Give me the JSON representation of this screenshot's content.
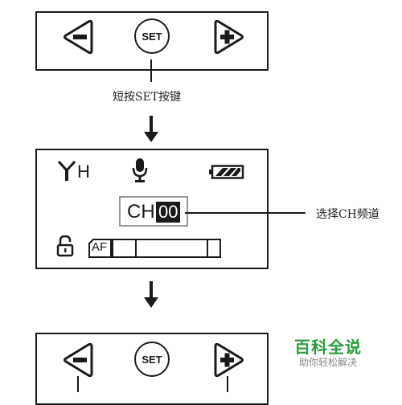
{
  "step1": {
    "set_button_label": "SET",
    "caption": "短按SET按键"
  },
  "display": {
    "signal_label": "H",
    "channel_prefix": "CH",
    "channel_value": "00",
    "af_label": "AF",
    "callout": "选择CH频道"
  },
  "step2": {
    "set_button_label": "SET"
  },
  "watermark": {
    "title": "百科全说",
    "subtitle": "助你轻松解决",
    "title_color": "#2a9d3c",
    "subtitle_color": "#888888"
  },
  "icons": [
    "minus-button-icon",
    "plus-button-icon",
    "antenna-icon",
    "microphone-icon",
    "battery-icon",
    "unlock-icon",
    "down-arrow-icon"
  ]
}
